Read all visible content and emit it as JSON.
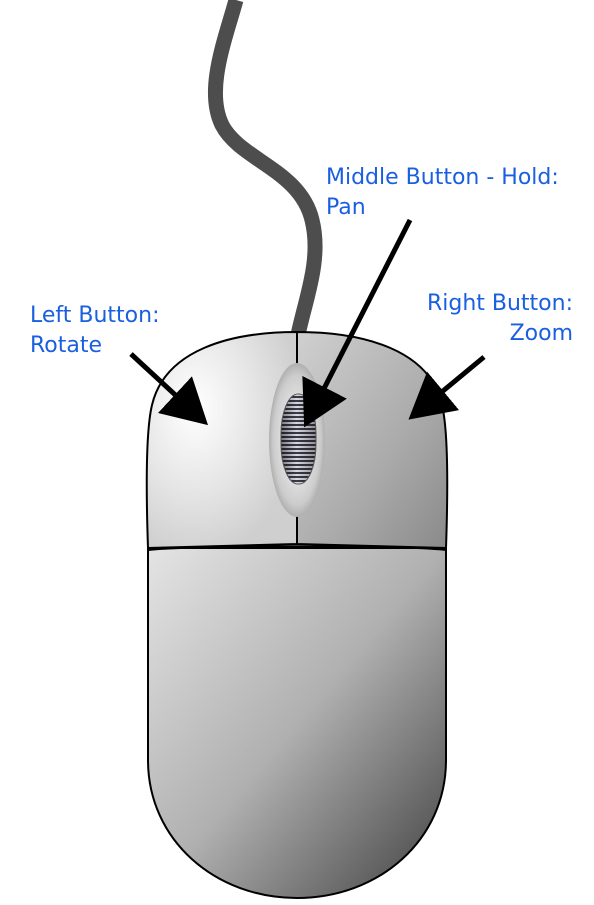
{
  "labels": {
    "left": {
      "line1": "Left Button:",
      "line2": "Rotate"
    },
    "middle": {
      "line1": "Middle Button - Hold:",
      "line2": "Pan"
    },
    "right": {
      "line1": "Right Button:",
      "line2": "Zoom"
    }
  },
  "colors": {
    "label_text": "#1a5fe0",
    "arrows": "#000000",
    "cable": "#4d4d4d",
    "outline": "#000000"
  },
  "icons": [
    "mouse-body",
    "scroll-wheel",
    "cable",
    "arrow"
  ]
}
